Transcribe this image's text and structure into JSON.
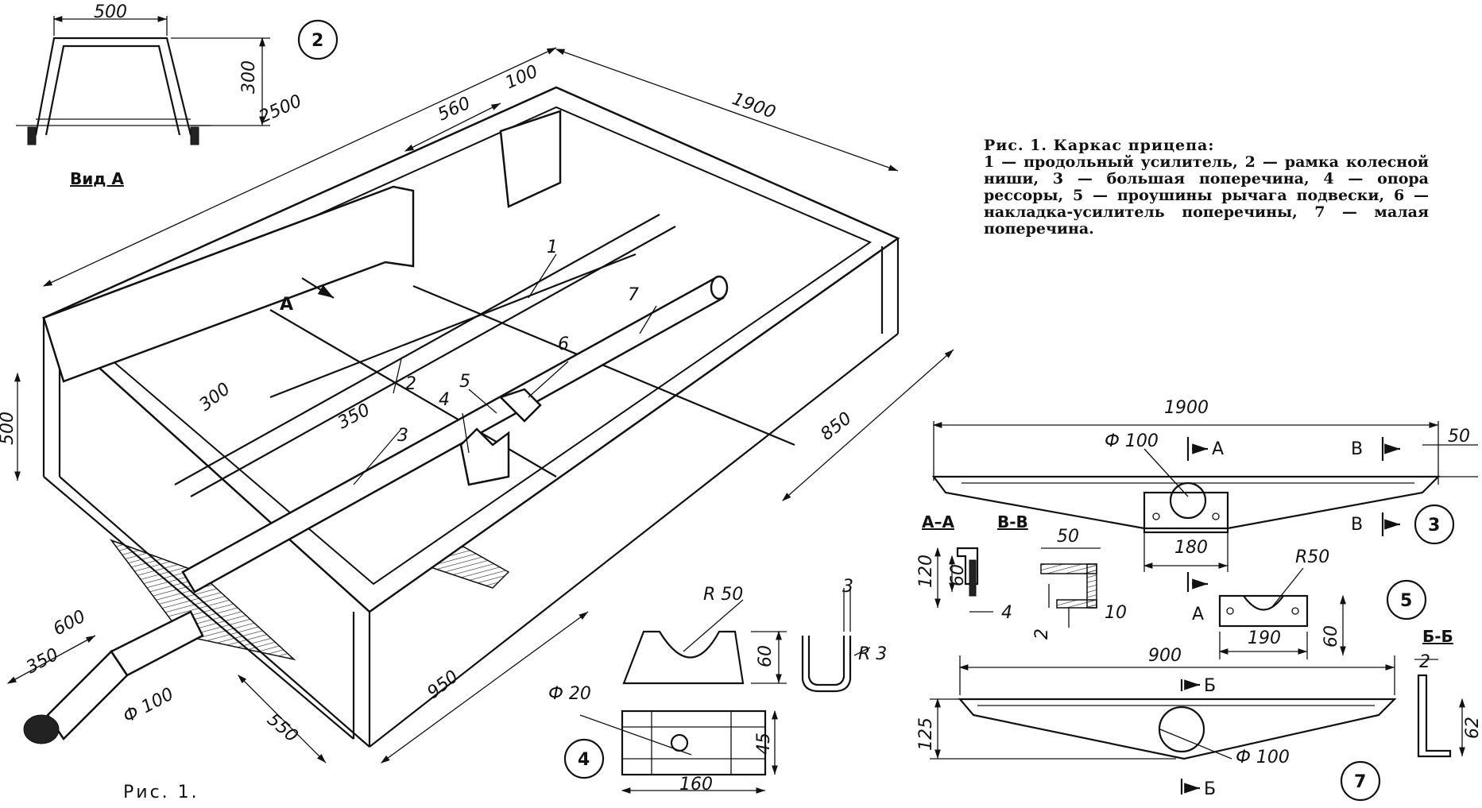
{
  "caption": {
    "title": "Рис. 1. Каркас прицепа:",
    "items": [
      "1 — продольный усилитель,",
      "2 — рамка колесной ниши,",
      "3 — большая поперечина,",
      "4 — опора рессоры,",
      "5 — проушины рычага подвески,",
      "6 — накладка-усилитель поперечины,",
      "7 — малая поперечина."
    ]
  },
  "figure_label": "Рис. 1.",
  "view_label": "Вид А",
  "arrow_label": "А",
  "callouts": [
    "1",
    "2",
    "3",
    "4",
    "5",
    "6",
    "7"
  ],
  "circled": [
    "2",
    "3",
    "4",
    "5",
    "7"
  ],
  "main_dims": {
    "d2500": "2500",
    "d560": "560",
    "d100": "100",
    "d1900": "1900",
    "d500": "500",
    "d850": "850",
    "d300": "300",
    "d350": "350",
    "d600": "600",
    "d350b": "350",
    "dphi100": "Ф 100",
    "d550": "550",
    "d950": "950"
  },
  "viewA_dims": {
    "d500": "500",
    "d300": "300"
  },
  "part3": {
    "d1900": "1900",
    "phi": "Ф 100",
    "a": "А",
    "b": "В",
    "d50": "50",
    "d180": "180",
    "secAA": "А–А",
    "secBB": "В-В",
    "d120": "120",
    "d60": "60",
    "d4": "4",
    "d50b": "50",
    "d2": "2",
    "d10": "10"
  },
  "part4": {
    "r": "R 50",
    "d60": "60",
    "r3": "R 3",
    "d3": "3",
    "phi": "Ф 20",
    "d45": "45",
    "d160": "160"
  },
  "part5": {
    "r": "R50",
    "d190": "190",
    "d60": "60",
    "a": "А"
  },
  "part7": {
    "d900": "900",
    "d125": "125",
    "b": "Б",
    "phi": "Ф 100",
    "secBB": "Б-Б",
    "d2": "2",
    "d62": "62"
  }
}
